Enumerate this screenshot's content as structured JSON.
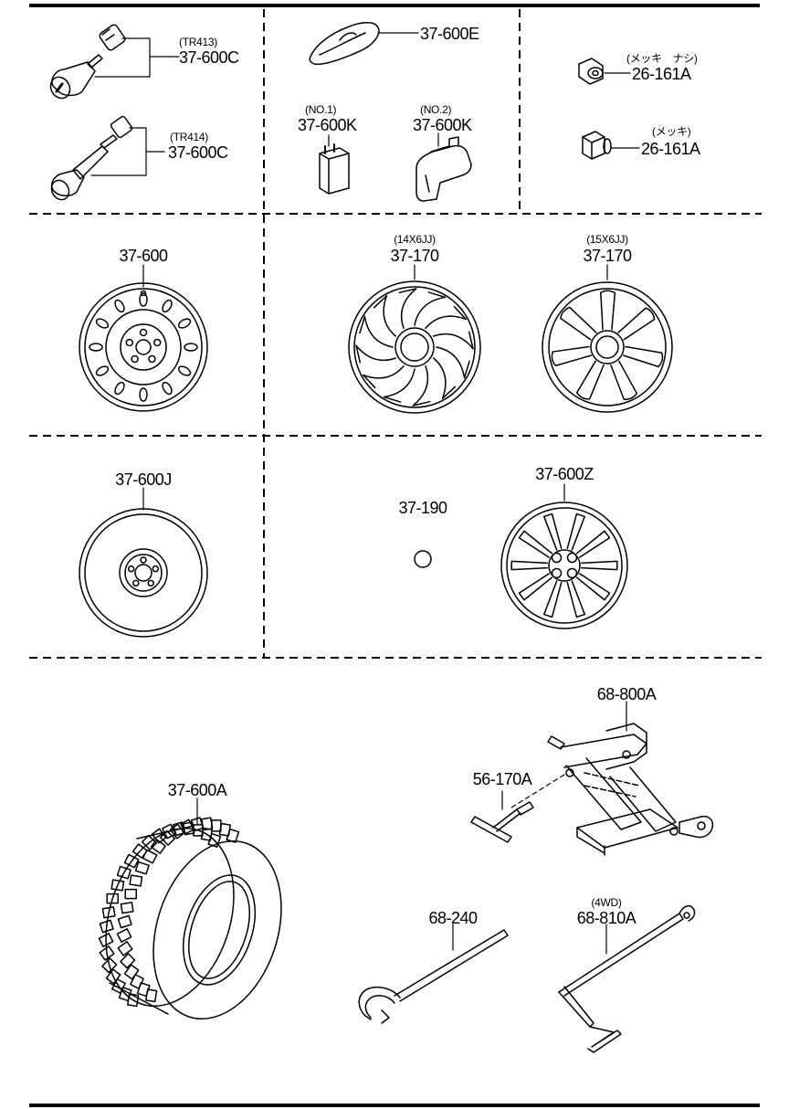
{
  "parts": {
    "valve_tr413": {
      "note": "(TR413)",
      "number": "37-600C"
    },
    "valve_tr414": {
      "note": "(TR414)",
      "number": "37-600C"
    },
    "patch": {
      "number": "37-600E"
    },
    "weight_no1": {
      "note": "(NO.1)",
      "number": "37-600K"
    },
    "weight_no2": {
      "note": "(NO.2)",
      "number": "37-600K"
    },
    "nut_plain": {
      "note": "(メッキ　ナシ)",
      "number": "26-161A"
    },
    "nut_plated": {
      "note": "(メッキ)",
      "number": "26-161A"
    },
    "steel_wheel": {
      "number": "37-600"
    },
    "cover_14": {
      "note": "(14X6JJ)",
      "number": "37-170"
    },
    "cover_15": {
      "note": "(15X6JJ)",
      "number": "37-170"
    },
    "temp_wheel": {
      "number": "37-600J"
    },
    "ornament": {
      "number": "37-190"
    },
    "alloy_wheel": {
      "number": "37-600Z"
    },
    "jack": {
      "number": "68-800A"
    },
    "jack_pin": {
      "number": "56-170A"
    },
    "tire": {
      "number": "37-600A"
    },
    "jack_handle": {
      "number": "68-240"
    },
    "wrench": {
      "note": "(4WD)",
      "number": "68-810A"
    }
  }
}
